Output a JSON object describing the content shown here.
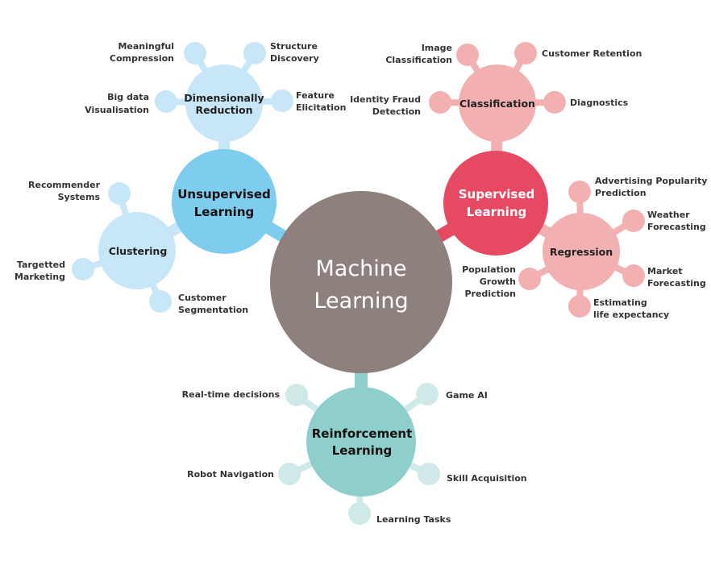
{
  "title": "Machine Learning",
  "colors": {
    "center": "#8e817d",
    "unsupervised": "#7fcdee",
    "unsupervised_light": "#c7e6f7",
    "supervised": "#e54a62",
    "supervised_light": "#f3b0b0",
    "reinforcement": "#8ecfcd",
    "reinforcement_light": "#cfe8e8"
  },
  "center": {
    "label_line1": "Machine",
    "label_line2": "Learning"
  },
  "categories": [
    {
      "id": "unsupervised",
      "label_line1": "Unsupervised",
      "label_line2": "Learning",
      "subgroups": [
        {
          "id": "dimensionally-reduction",
          "label_line1": "Dimensionally",
          "label_line2": "Reduction",
          "leaves": [
            {
              "line1": "Meaningful",
              "line2": "Compression"
            },
            {
              "line1": "Structure",
              "line2": "Discovery"
            },
            {
              "line1": "Big data",
              "line2": "Visualisation"
            },
            {
              "line1": "Feature",
              "line2": "Elicitation"
            }
          ]
        },
        {
          "id": "clustering",
          "label_line1": "Clustering",
          "label_line2": "",
          "leaves": [
            {
              "line1": "Recommender",
              "line2": "Systems"
            },
            {
              "line1": "Targetted",
              "line2": "Marketing"
            },
            {
              "line1": "Customer",
              "line2": "Segmentation"
            }
          ]
        }
      ]
    },
    {
      "id": "supervised",
      "label_line1": "Supervised",
      "label_line2": "Learning",
      "subgroups": [
        {
          "id": "classification",
          "label_line1": "Classification",
          "label_line2": "",
          "leaves": [
            {
              "line1": "Image",
              "line2": "Classification"
            },
            {
              "line1": "Customer Retention",
              "line2": ""
            },
            {
              "line1": "Identity Fraud",
              "line2": "Detection"
            },
            {
              "line1": "Diagnostics",
              "line2": ""
            }
          ]
        },
        {
          "id": "regression",
          "label_line1": "Regression",
          "label_line2": "",
          "leaves": [
            {
              "line1": "Advertising Popularity",
              "line2": "Prediction"
            },
            {
              "line1": "Weather",
              "line2": "Forecasting"
            },
            {
              "line1": "Population",
              "line2": "Growth",
              "line3": "Prediction"
            },
            {
              "line1": "Market",
              "line2": "Forecasting"
            },
            {
              "line1": "Estimating",
              "line2": "life expectancy"
            }
          ]
        }
      ]
    },
    {
      "id": "reinforcement",
      "label_line1": "Reinforcement",
      "label_line2": "Learning",
      "leaves": [
        {
          "line1": "Real-time decisions"
        },
        {
          "line1": "Game AI"
        },
        {
          "line1": "Robot Navigation"
        },
        {
          "line1": "Skill Acquisition"
        },
        {
          "line1": "Learning Tasks"
        }
      ]
    }
  ]
}
